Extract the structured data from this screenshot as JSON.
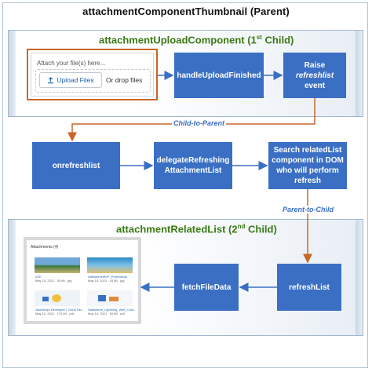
{
  "title": "attachmentComponentThumbnail (Parent)",
  "sections": {
    "upload": {
      "title_main": "attachmentUploadComponent (1",
      "title_sup": "st",
      "title_end": " Child)"
    },
    "related": {
      "title_main": "attachmentRelatedList (2",
      "title_sup": "nd",
      "title_end": " Child)"
    }
  },
  "upload_widget": {
    "label": "Attach your file(s) here...",
    "button_label": "Upload Files",
    "drop_text": "Or drop files"
  },
  "boxes": {
    "handle_upload": "handleUploadFinished",
    "raise_prefix": "Raise ",
    "raise_italic": "refreshlist",
    "raise_suffix": "event",
    "onrefreshlist": "onrefreshlist",
    "delegate_line1": "delegateRefreshing",
    "delegate_line2": "AttachmentList",
    "search_line1": "Search relatedList",
    "search_line2": "component in DOM",
    "search_line3": "who will perform",
    "search_line4": "refresh",
    "fetch": "fetchFileData",
    "refresh": "refreshList"
  },
  "connectors": {
    "child_to_parent": "Child-to-Parent",
    "parent_to_child": "Parent-to-Child"
  },
  "attachments_panel": {
    "title": "Attachments (4)",
    "items": [
      {
        "name": "225",
        "meta": "May 15, 2021 . 95 kB . jpg"
      },
      {
        "name": "SalesforceMVP_Promotions",
        "meta": "May 15, 2021 . 43 kB . jpg"
      },
      {
        "name": "JavaScript Developer I Cloud Ski...",
        "meta": "May 15, 2021 . 170 kB . pdf"
      },
      {
        "name": "Salesforce_Lightning_Web_Com...",
        "meta": "May 15, 2021 . 99 kB . pdf"
      }
    ]
  },
  "colors": {
    "box": "#3a6fc4",
    "section_title": "#3a7a14",
    "upload_border": "#c8672a",
    "orange_arrow": "#c8672a",
    "blue_arrow": "#3a6fc4"
  }
}
